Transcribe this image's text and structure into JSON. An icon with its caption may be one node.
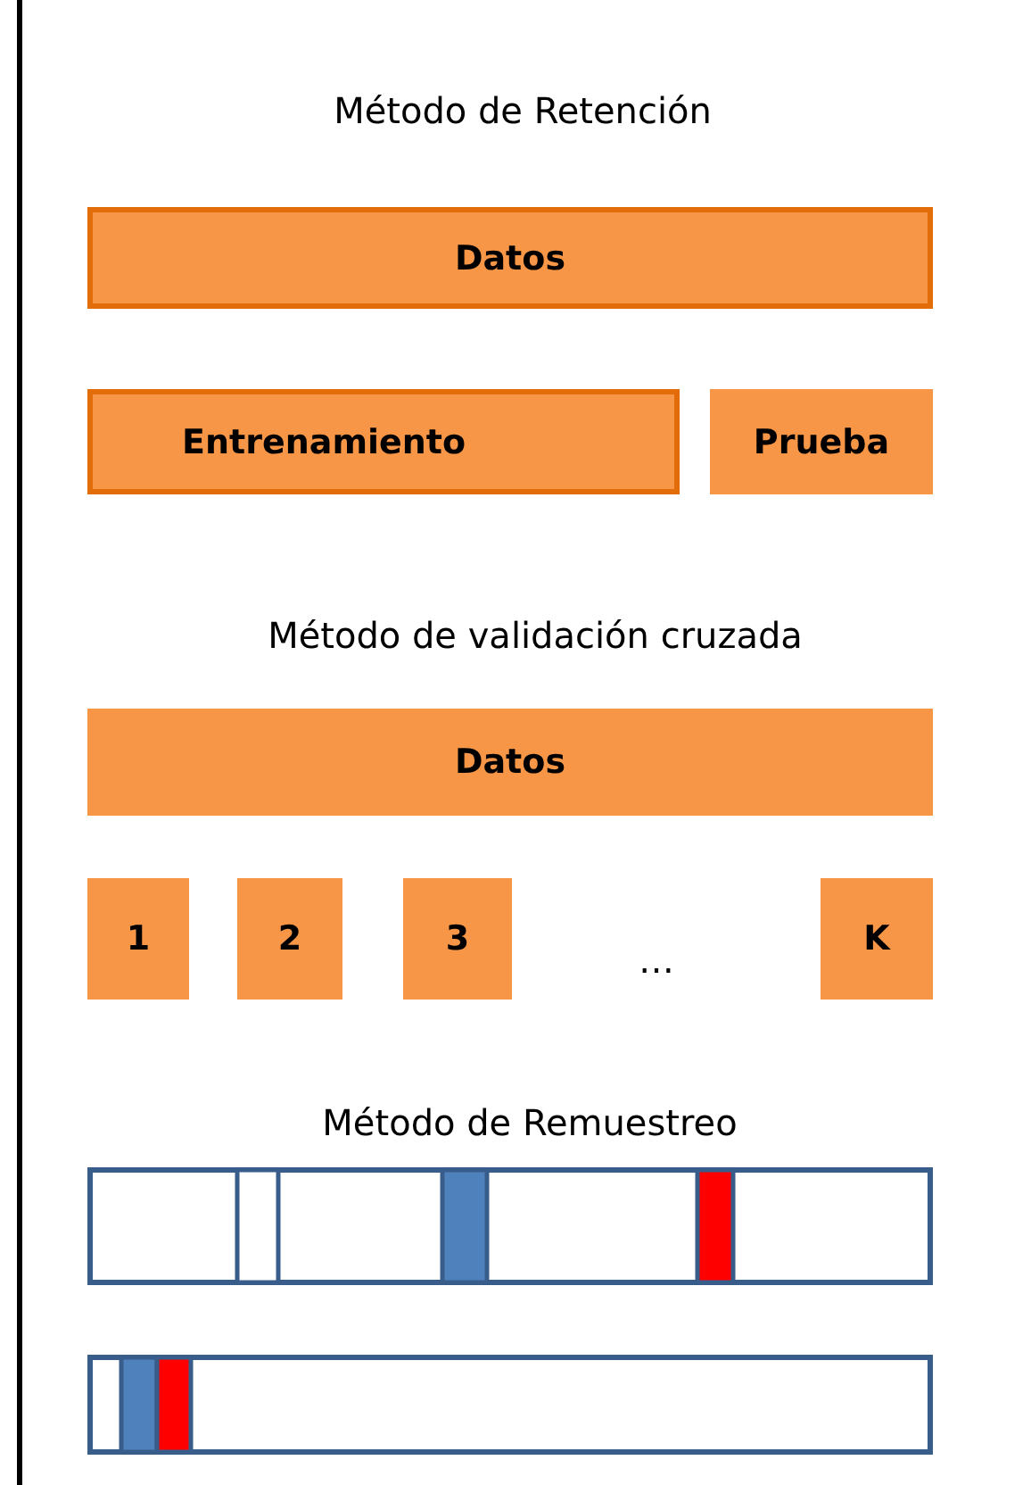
{
  "diagram": {
    "nodes": [
      {
        "text": [
          "Datos"
        ]
      },
      {
        "text": [
          "Entrenamiento"
        ]
      },
      {
        "text": [
          "Prueba"
        ]
      },
      {
        "text": [
          "Datos"
        ]
      },
      {
        "text": [
          "1"
        ]
      },
      {
        "text": [
          "2"
        ]
      },
      {
        "text": [
          "3"
        ]
      },
      {
        "text": [
          "K"
        ]
      },
      {
        "text": [],
        "shape": "bar"
      },
      {
        "text": [],
        "shape": "bar"
      }
    ],
    "edges": [],
    "labels": [
      "Método de Retención",
      "Método de validación cruzada",
      "…",
      "Método de Remuestreo"
    ]
  }
}
